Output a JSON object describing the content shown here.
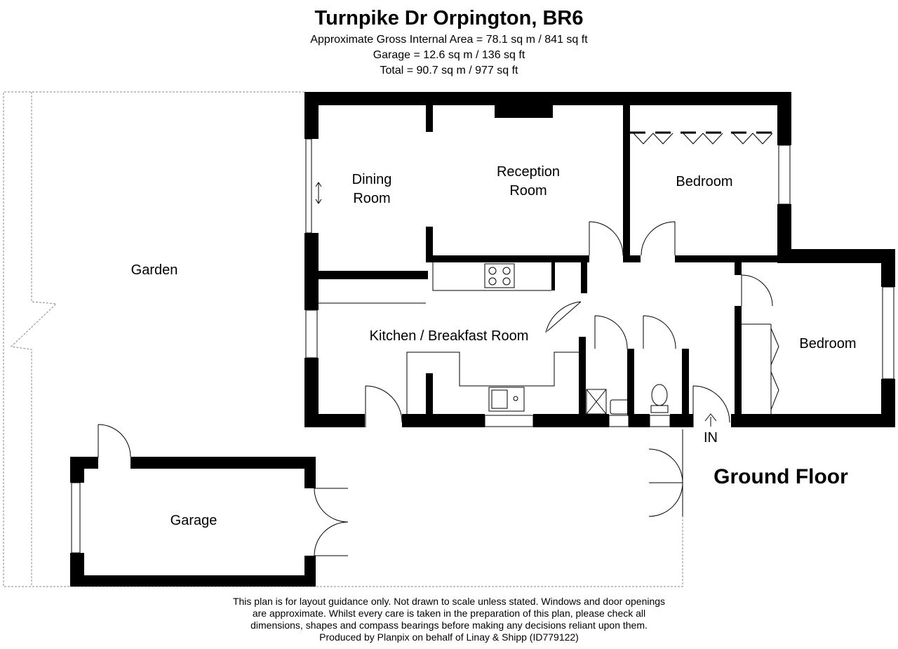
{
  "header": {
    "title": "Turnpike Dr Orpington, BR6",
    "gross_internal_area": "Approximate Gross Internal Area = 78.1 sq m / 841 sq ft",
    "garage_area": "Garage = 12.6 sq m / 136 sq ft",
    "total_area": "Total = 90.7 sq m / 977 sq ft"
  },
  "rooms": {
    "dining_line1": "Dining",
    "dining_line2": "Room",
    "reception_line1": "Reception",
    "reception_line2": "Room",
    "bedroom_1": "Bedroom",
    "bedroom_2": "Bedroom",
    "kitchen": "Kitchen / Breakfast Room",
    "garden": "Garden",
    "garage": "Garage"
  },
  "entrance_label": "IN",
  "floor_label": "Ground Floor",
  "disclaimer": {
    "line1": "This plan is for layout guidance only. Not drawn to scale unless stated. Windows and door openings",
    "line2": "are approximate. Whilst every care is taken in the preparation of this plan, please check all",
    "line3": "dimensions, shapes and compass bearings before making any decisions reliant upon them.",
    "line4": "Produced by Planpix on behalf of Linay & Shipp (ID779122)"
  }
}
